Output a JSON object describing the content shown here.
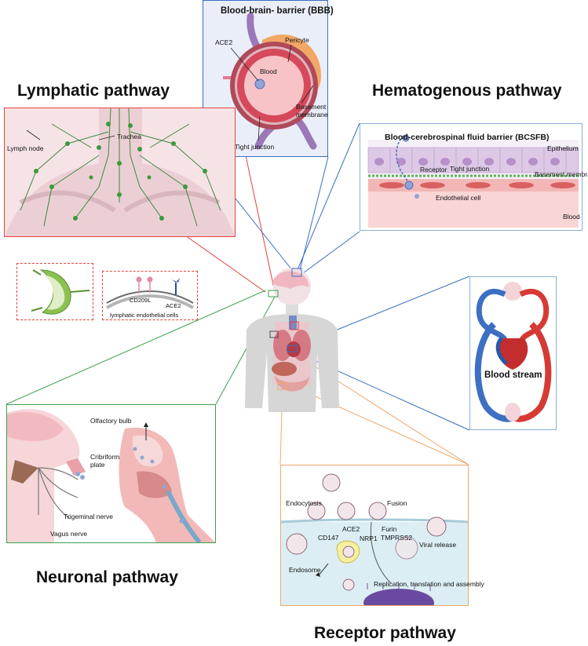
{
  "headings": {
    "lymphatic": "Lymphatic pathway",
    "hematogenous": "Hematogenous pathway",
    "neuronal": "Neuronal pathway",
    "receptor": "Receptor pathway"
  },
  "bbb": {
    "title": "Blood-brain- barrier (BBB)",
    "ace2": "ACE2",
    "pericyte": "Pericyte",
    "blood": "Blood",
    "basement_membrane": "Basement membrane",
    "tight_junction": "Tight junction"
  },
  "bcsfb": {
    "title": "Blood-cerebrospinal fluid barrier (BCSFB)",
    "epithelium": "Epithelium",
    "receptor": "Receptor",
    "tight_junction": "Tight junction",
    "basement_membrane": "Basement membrane",
    "endothelial_cell": "Endothelial cell",
    "blood": "Blood"
  },
  "lymphatic": {
    "trachea": "Trachea",
    "lymph_node": "Lymph node",
    "cd209l": "CD209L",
    "ace2": "ACE2",
    "endothelial": "lymphatic endothelial cells"
  },
  "bloodstream": {
    "label": "Blood stream"
  },
  "neuronal": {
    "olfactory_bulb": "Olfactory bulb",
    "cribriform": "Cribriform plate",
    "trigeminal": "Trigeminal nerve",
    "vagus": "Vagus nerve"
  },
  "receptor": {
    "endocytosis": "Endocytosis",
    "fusion": "Fusion",
    "ace2": "ACE2",
    "furin": "Furin",
    "cd147": "CD147",
    "nrp1": "NRP1",
    "tmprss2": "TMPRSS2",
    "viral_release": "Viral release",
    "endosome": "Endosome",
    "replication": "Replication, translation and assembly"
  },
  "colors": {
    "lymphatic": "#e8413c",
    "hematogenous": "#3a6fc0",
    "neuronal": "#3aa24a",
    "receptor": "#f0a868"
  }
}
